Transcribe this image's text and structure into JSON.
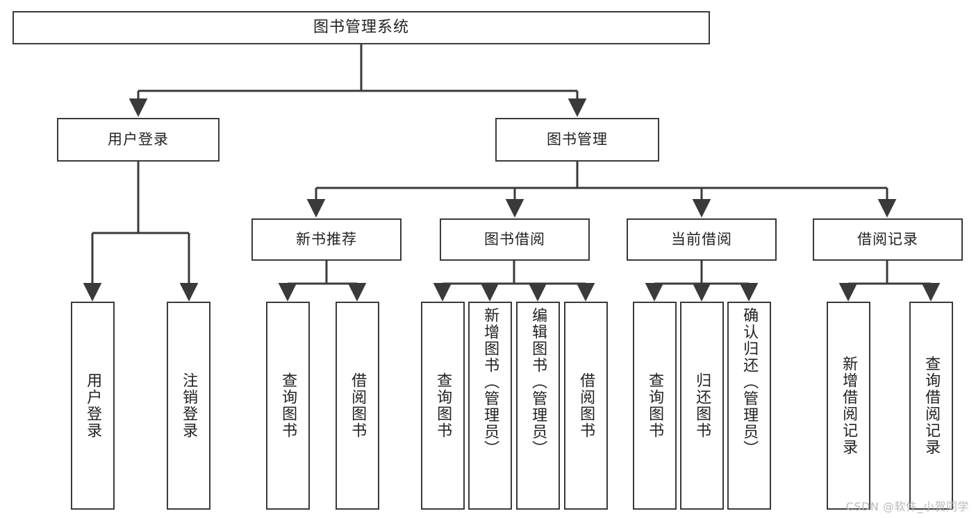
{
  "diagram": {
    "title_node": {
      "label": "图书管理系统"
    },
    "level2": [
      {
        "label": "用户登录"
      },
      {
        "label": "图书管理"
      }
    ],
    "level3": [
      {
        "label": "新书推荐"
      },
      {
        "label": "图书借阅"
      },
      {
        "label": "当前借阅"
      },
      {
        "label": "借阅记录"
      }
    ],
    "leaves": {
      "user_login": [
        {
          "label": "用户登录"
        },
        {
          "label": "注销登录"
        }
      ],
      "new_book": [
        {
          "label": "查询图书"
        },
        {
          "label": "借阅图书"
        }
      ],
      "book_borrow": [
        {
          "label": "查询图书"
        },
        {
          "label": "新增图书（管理员）"
        },
        {
          "label": "编辑图书（管理员）"
        },
        {
          "label": "借阅图书"
        }
      ],
      "current_borrow": [
        {
          "label": "查询图书"
        },
        {
          "label": "归还图书"
        },
        {
          "label": "确认归还（管理员）"
        }
      ],
      "borrow_record": [
        {
          "label": "新增借阅记录"
        },
        {
          "label": "查询借阅记录"
        }
      ]
    }
  },
  "watermark": {
    "text": "CSDN @软件_小贺同学"
  },
  "colors": {
    "stroke": "#3a3a3a",
    "background": "#ffffff",
    "text": "#222222",
    "watermark": "#b9b9b9"
  }
}
